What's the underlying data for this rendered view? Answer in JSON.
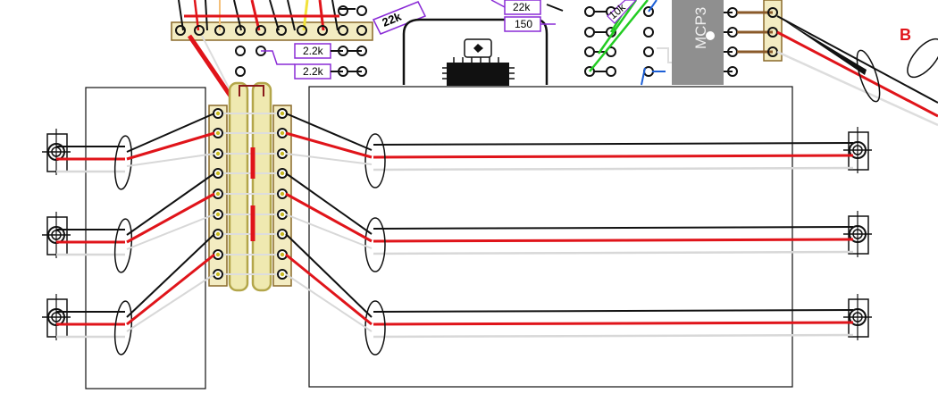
{
  "labels": {
    "resistor_top_diag": "22k",
    "resistor_top_small": "22k",
    "resistor_150": "150",
    "resistor_left_1": "2.2k",
    "resistor_left_2": "2.2k",
    "resistor_green_diag": "10k",
    "chip_text": "MCP3",
    "corner_letter": "B"
  },
  "colors": {
    "wire_red": "#e0141a",
    "wire_black": "#111111",
    "wire_white": "#d8d8d8",
    "wire_green": "#22cc22",
    "wire_blue": "#1c5fd6",
    "wire_yellow": "#f2e23a",
    "header_fill": "#efe9b0",
    "header_border": "#8a6a2a",
    "resistor_label": "#8a2bd6",
    "chip_body": "#8f8f8f"
  }
}
